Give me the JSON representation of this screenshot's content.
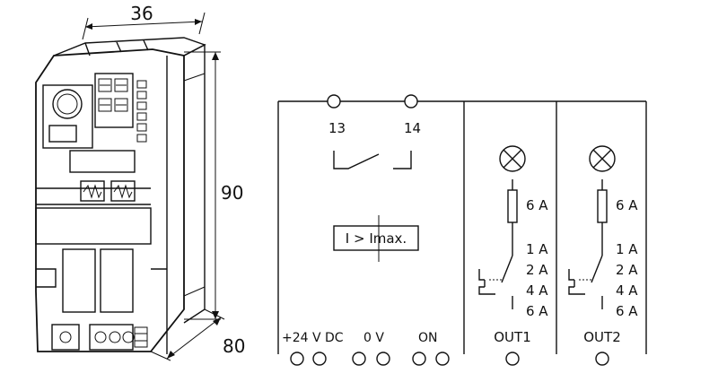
{
  "dimensions": {
    "width": "36",
    "height": "90",
    "depth": "80"
  },
  "schematic": {
    "contact_terminal_left": "13",
    "contact_terminal_right": "14",
    "relay_label": "I > Imax.",
    "supply_label": "+24 V DC",
    "zero_label": "0 V",
    "on_label": "ON",
    "channels": [
      {
        "name": "OUT1",
        "fuse_rating": "6 A",
        "current_settings": [
          "1 A",
          "2 A",
          "4 A",
          "6 A"
        ]
      },
      {
        "name": "OUT2",
        "fuse_rating": "6 A",
        "current_settings": [
          "1 A",
          "2 A",
          "4 A",
          "6 A"
        ]
      }
    ]
  }
}
